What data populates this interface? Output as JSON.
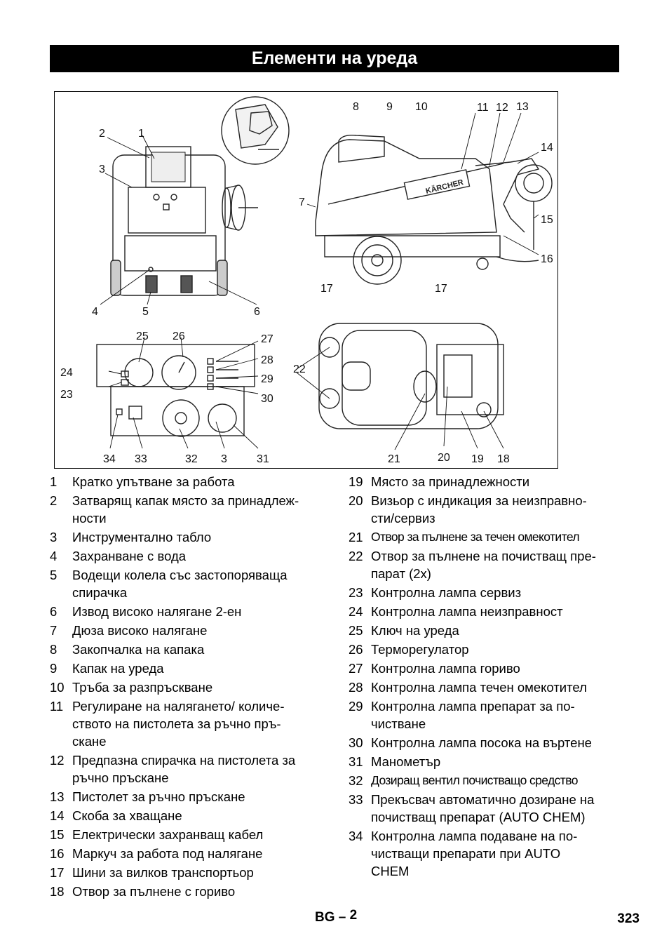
{
  "title": "Елементи на уреда",
  "figure": {
    "brand_logo": "KÄRCHER",
    "callouts": [
      "1",
      "2",
      "3",
      "4",
      "5",
      "6",
      "7",
      "8",
      "9",
      "10",
      "11",
      "12",
      "13",
      "14",
      "15",
      "16",
      "17",
      "17",
      "18",
      "19",
      "20",
      "21",
      "22",
      "23",
      "24",
      "25",
      "26",
      "27",
      "28",
      "29",
      "30",
      "31",
      "32",
      "3",
      "33",
      "34"
    ]
  },
  "items_left": [
    {
      "num": "1",
      "text": "Кратко упътване за работа"
    },
    {
      "num": "2",
      "text": "Затварящ капак място за принадлеж-\nности"
    },
    {
      "num": "3",
      "text": "Инструментално табло"
    },
    {
      "num": "4",
      "text": "Захранване с вода"
    },
    {
      "num": "5",
      "text": "Водещи колела със застопоряваща\nспирачка"
    },
    {
      "num": "6",
      "text": "Извод високо налягане 2-ен"
    },
    {
      "num": "7",
      "text": "Дюза високо налягане"
    },
    {
      "num": "8",
      "text": "Закопчалка на капака"
    },
    {
      "num": "9",
      "text": "Капак на уреда"
    },
    {
      "num": "10",
      "text": "Тръба за разпръскване"
    },
    {
      "num": "11",
      "text": "Регулиране на налягането/ количе-\nството на пистолета за ръчно пръ-\nскане"
    },
    {
      "num": "12",
      "text": "Предпазна спирачка на пистолета за\nръчно пръскане"
    },
    {
      "num": "13",
      "text": "Пистолет за ръчно пръскане"
    },
    {
      "num": "14",
      "text": "Скоба за хващане"
    },
    {
      "num": "15",
      "text": "Електрически захранващ кабел"
    },
    {
      "num": "16",
      "text": "Маркуч за работа под налягане"
    },
    {
      "num": "17",
      "text": "Шини за вилков транспортьор"
    },
    {
      "num": "18",
      "text": "Отвор за пълнене с гориво"
    }
  ],
  "items_right": [
    {
      "num": "19",
      "text": "Място за принадлежности"
    },
    {
      "num": "20",
      "text": "Визьор с индикация за неизправно-\nсти/сервиз"
    },
    {
      "num": "21",
      "text": "Отвор за пълнене за течен омекотител",
      "condensed": true
    },
    {
      "num": "22",
      "text": "Отвор за пълнене на почистващ пре-\nпарат (2x)"
    },
    {
      "num": "23",
      "text": "Контролна лампа сервиз"
    },
    {
      "num": "24",
      "text": "Контролна лампа неизправност"
    },
    {
      "num": "25",
      "text": "Ключ на уреда"
    },
    {
      "num": "26",
      "text": "Терморегулатор"
    },
    {
      "num": "27",
      "text": "Контролна лампа гориво"
    },
    {
      "num": "28",
      "text": "Контролна лампа течен омекотител"
    },
    {
      "num": "29",
      "text": "Контролна лампа препарат за по-\nчистване"
    },
    {
      "num": "30",
      "text": "Контролна лампа посока на въртене"
    },
    {
      "num": "31",
      "text": "Манометър"
    },
    {
      "num": "32",
      "text": "Дозиращ вентил почистващо средство",
      "condensed": true
    },
    {
      "num": "33",
      "text": "Прекъсвач автоматично дозиране на\nпочистващ препарат (AUTO CHEM)"
    },
    {
      "num": "34",
      "text": "Контролна лампа подаване на по-\nчистващи препарати при AUTO\nCHEM"
    }
  ],
  "footer": {
    "lang": "BG",
    "dash": "–",
    "page_in_lang": "2",
    "page_number": "323"
  }
}
